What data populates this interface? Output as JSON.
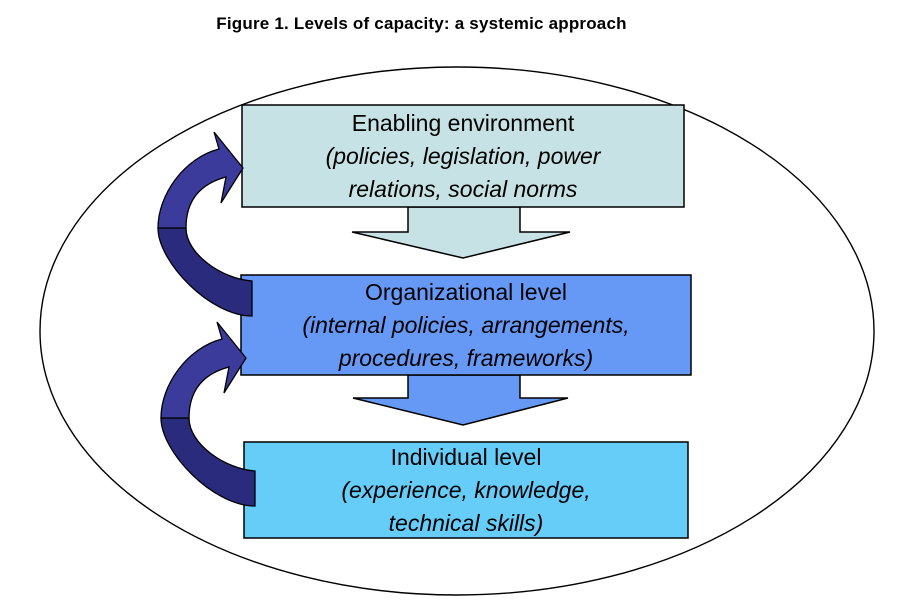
{
  "figure": {
    "title": "Figure 1. Levels of capacity: a systemic approach"
  },
  "diagram": {
    "boundary": {
      "stroke": "#000000"
    },
    "levels": [
      {
        "id": "enabling-environment",
        "heading": "Enabling environment",
        "detail_line1": "(policies, legislation, power",
        "detail_line2": "relations, social norms",
        "fill": "#c7e2e4"
      },
      {
        "id": "organizational-level",
        "heading": "Organizational level",
        "detail_line1": "(internal policies, arrangements,",
        "detail_line2": "procedures, frameworks)",
        "fill": "#6699f5"
      },
      {
        "id": "individual-level",
        "heading": "Individual level",
        "detail_line1": "(experience, knowledge,",
        "detail_line2": "technical skills)",
        "fill": "#66ccf8"
      }
    ],
    "feedback_arrows": {
      "upper_fill": "#3b3b9b",
      "lower_fill": "#2b2b7e"
    }
  }
}
